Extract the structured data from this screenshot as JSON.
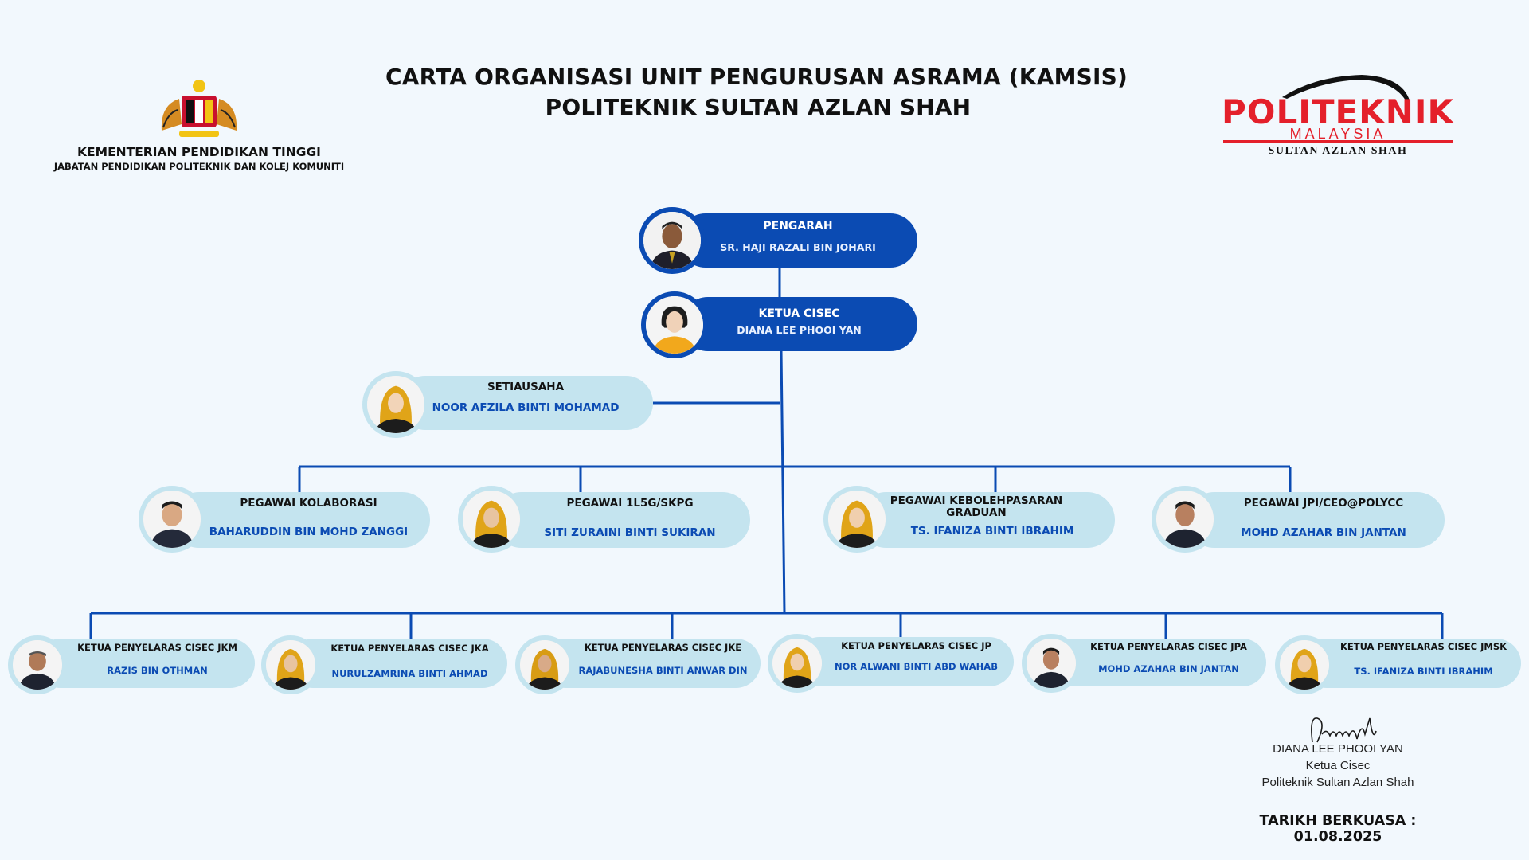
{
  "header": {
    "title_line1": "CARTA ORGANISASI UNIT PENGURUSAN ASRAMA (KAMSIS)",
    "title_line2": "POLITEKNIK SULTAN AZLAN SHAH"
  },
  "ministry": {
    "name": "KEMENTERIAN PENDIDIKAN TINGGI",
    "department": "JABATAN PENDIDIKAN POLITEKNIK DAN KOLEJ KOMUNITI",
    "crest_icon": "malaysia-coat-of-arms-icon"
  },
  "logo": {
    "word": "POLITEKNIK",
    "country": "MALAYSIA",
    "campus": "SULTAN AZLAN SHAH",
    "color": "#e4202b"
  },
  "colors": {
    "dark_node": "#0b4bb3",
    "light_node": "#c4e4ef",
    "line": "#0b4bb3"
  },
  "org": {
    "director": {
      "role": "PENGARAH",
      "name": "SR. HAJI RAZALI BIN JOHARI"
    },
    "head": {
      "role": "KETUA CISEC",
      "name": "DIANA LEE PHOOI YAN"
    },
    "secretary": {
      "role": "SETIAUSAHA",
      "name": "NOOR AFZILA BINTI MOHAMAD"
    },
    "officers": [
      {
        "role": "PEGAWAI KOLABORASI",
        "name": "BAHARUDDIN BIN MOHD ZANGGI"
      },
      {
        "role": "PEGAWAI 1L5G/SKPG",
        "name": "SITI ZURAINI BINTI SUKIRAN"
      },
      {
        "role": "PEGAWAI KEBOLEHPASARAN GRADUAN",
        "name": "TS. IFANIZA BINTI IBRAHIM"
      },
      {
        "role": "PEGAWAI JPI/CEO@POLYCC",
        "name": "MOHD AZAHAR BIN JANTAN"
      }
    ],
    "coordinators": [
      {
        "role": "KETUA PENYELARAS CISEC JKM",
        "name": "RAZIS BIN OTHMAN"
      },
      {
        "role": "KETUA PENYELARAS CISEC JKA",
        "name": "NURULZAMRINA BINTI AHMAD"
      },
      {
        "role": "KETUA PENYELARAS CISEC JKE",
        "name": "RAJABUNESHA BINTI ANWAR DIN"
      },
      {
        "role": "KETUA PENYELARAS CISEC JP",
        "name": "NOR ALWANI BINTI ABD WAHAB"
      },
      {
        "role": "KETUA PENYELARAS CISEC JPA",
        "name": "MOHD AZAHAR BIN JANTAN"
      },
      {
        "role": "KETUA PENYELARAS CISEC JMSK",
        "name": "TS. IFANIZA BINTI IBRAHIM"
      }
    ]
  },
  "signature": {
    "name": "DIANA LEE PHOOI YAN",
    "title": "Ketua Cisec",
    "institution": "Politeknik Sultan Azlan Shah"
  },
  "effective_date": "TARIKH BERKUASA : 01.08.2025"
}
